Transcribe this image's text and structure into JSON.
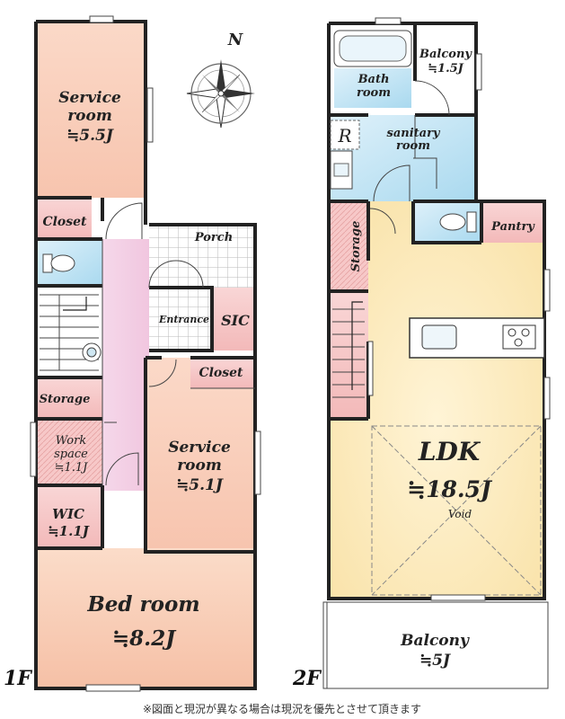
{
  "floor1": {
    "label": "1F",
    "rooms": {
      "service_room_top": {
        "name": "Service room",
        "size": "≒5.5J"
      },
      "closet_top": {
        "name": "Closet"
      },
      "porch": {
        "name": "Porch"
      },
      "entrance": {
        "name": "Entrance"
      },
      "sic": {
        "name": "SIC"
      },
      "closet_mid": {
        "name": "Closet"
      },
      "storage": {
        "name": "Storage"
      },
      "work_space": {
        "name": "Work space",
        "size": "≒1.1J"
      },
      "service_room_mid": {
        "name": "Service room",
        "size": "≒5.1J"
      },
      "wic": {
        "name": "WIC",
        "size": "≒1.1J"
      },
      "bed_room": {
        "name": "Bed room",
        "size": "≒8.2J"
      }
    }
  },
  "floor2": {
    "label": "2F",
    "rooms": {
      "bath_room": {
        "name": "Bath room"
      },
      "balcony_top": {
        "name": "Balcony",
        "size": "≒1.5J"
      },
      "refrigerator": {
        "name": "R"
      },
      "sanitary_room": {
        "name": "sanitary room"
      },
      "storage": {
        "name": "Storage"
      },
      "pantry": {
        "name": "Pantry"
      },
      "ldk": {
        "name": "LDK",
        "size": "≒18.5J",
        "note": "Void"
      },
      "balcony_bottom": {
        "name": "Balcony",
        "size": "≒5J"
      }
    }
  },
  "compass": {
    "north_label": "N"
  },
  "footnote": "※図面と現況が異なる場合は現況を優先とさせて頂きます",
  "colors": {
    "service_room": "#f9cdb7",
    "ldk": "#fbe8b5",
    "sanitary": "#bfe3f3",
    "pink_room": "#f7c8c8",
    "hall": "#f6d2e6",
    "porch_grid": "#c9c9c9",
    "wall": "#222222"
  }
}
